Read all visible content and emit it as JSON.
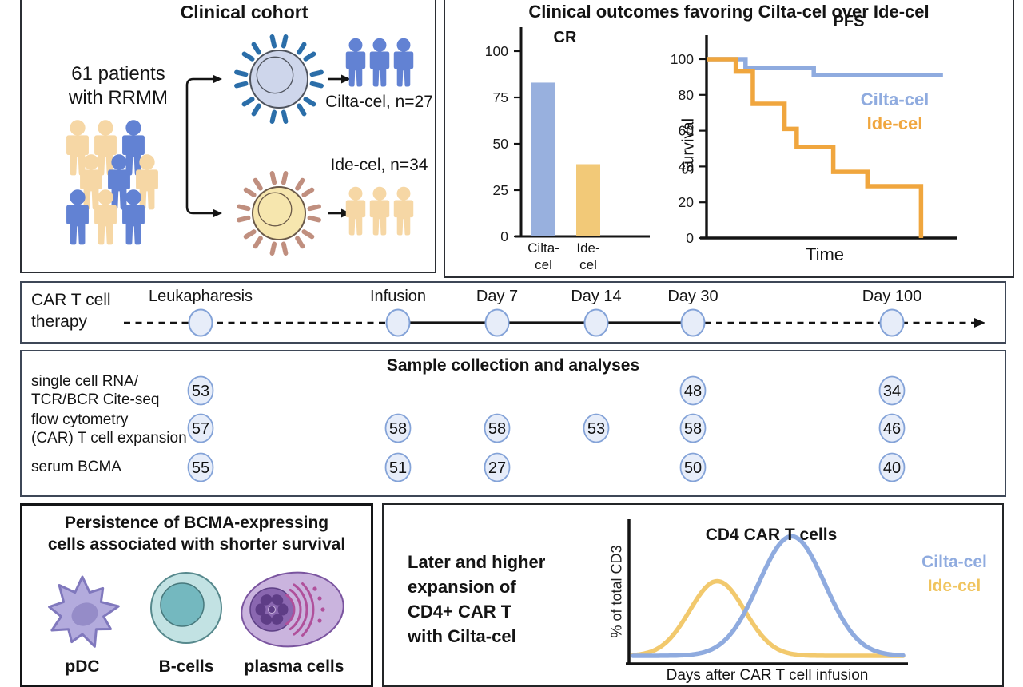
{
  "colors": {
    "cilta_blue": "#8fabdf",
    "ide_orange": "#f0a63e",
    "ide_yellow": "#f2c96d",
    "bar_blue": "#98b0de",
    "bar_yellow": "#f2c978",
    "person_blue": "#6282d3",
    "person_tan": "#f6d7a5",
    "node_fill": "#e7edf9",
    "node_stroke": "#84a3d8",
    "cilta_cell_body": "#ced6eb",
    "cilta_cell_outline": "#4f545e",
    "cilta_receptor": "#2b6ea9",
    "ide_cell_body": "#f6e6ae",
    "ide_cell_outline": "#6b5a49",
    "ide_receptor": "#c08f7f",
    "axis": "#141414"
  },
  "cohort": {
    "title": "Clinical cohort",
    "patients_line1": "61 patients",
    "patients_line2": "with RRMM",
    "group_grid": [
      [
        "tan",
        "tan",
        "blue"
      ],
      [
        "tan",
        "blue",
        "tan"
      ],
      [
        "blue",
        "tan",
        "blue"
      ]
    ],
    "arms": [
      {
        "label": "Cilta-cel, n=27",
        "color": "blue"
      },
      {
        "label": "Ide-cel, n=34",
        "color": "tan"
      }
    ]
  },
  "outcomes": {
    "title": "Clinical outcomes favoring Cilta-cel over Ide-cel"
  },
  "chart_data": [
    {
      "type": "bar",
      "title": "CR",
      "categories": [
        "Cilta-cel",
        "Ide-cel"
      ],
      "cat_lines": [
        [
          "Cilta-",
          "cel"
        ],
        [
          "Ide-",
          "cel"
        ]
      ],
      "values": [
        83,
        39
      ],
      "yticks": [
        0,
        25,
        50,
        75,
        100
      ],
      "ylim": [
        0,
        110
      ],
      "bar_colors": [
        "#98b0de",
        "#f2c978"
      ]
    },
    {
      "type": "line",
      "title": "PFS",
      "xlabel": "Time",
      "ylabel": "Survival",
      "yticks": [
        0,
        20,
        40,
        60,
        80,
        100
      ],
      "ylim": [
        0,
        110
      ],
      "legend": [
        "Cilta-cel",
        "Ide-cel"
      ],
      "series": [
        {
          "name": "Cilta-cel",
          "color": "#8fabdf",
          "points": [
            [
              0,
              100
            ],
            [
              16,
              100
            ],
            [
              16,
              95
            ],
            [
              44,
              95
            ],
            [
              44,
              91
            ],
            [
              97,
              91
            ]
          ]
        },
        {
          "name": "Ide-cel",
          "color": "#f0a63e",
          "points": [
            [
              0,
              100
            ],
            [
              12,
              100
            ],
            [
              12,
              93
            ],
            [
              19,
              93
            ],
            [
              19,
              75
            ],
            [
              32,
              75
            ],
            [
              32,
              61
            ],
            [
              37,
              61
            ],
            [
              37,
              51
            ],
            [
              52,
              51
            ],
            [
              52,
              37
            ],
            [
              66,
              37
            ],
            [
              66,
              29
            ],
            [
              88,
              29
            ],
            [
              88,
              0
            ]
          ]
        }
      ]
    },
    {
      "type": "area",
      "title": "CD4 CAR T cells",
      "xlabel": "Days after CAR T cell infusion",
      "ylabel": "% of total CD3",
      "legend": [
        "Cilta-cel",
        "Ide-cel"
      ],
      "series": [
        {
          "name": "Ide-cel",
          "color": "#f2c96d",
          "peak_x": 32,
          "peak_y": 55,
          "spread": 10
        },
        {
          "name": "Cilta-cel",
          "color": "#8fabdf",
          "peak_x": 59,
          "peak_y": 88,
          "spread": 12
        }
      ],
      "note": "Ide-cel expansion peaks earlier and lower; Cilta-cel peaks later and higher"
    }
  ],
  "timeline": {
    "label_line1": "CAR T cell",
    "label_line2": "therapy",
    "points": [
      {
        "label": "Leukapharesis"
      },
      {
        "label": "Infusion"
      },
      {
        "label": "Day 7"
      },
      {
        "label": "Day 14"
      },
      {
        "label": "Day 30"
      },
      {
        "label": "Day 100"
      }
    ],
    "solid_span": [
      "Infusion",
      "Day 30"
    ]
  },
  "samples": {
    "title": "Sample collection and analyses",
    "columns": [
      "Leukapharesis",
      "Infusion",
      "Day 7",
      "Day 14",
      "Day 30",
      "Day 100"
    ],
    "rows": [
      {
        "label_line1": "single cell RNA/",
        "label_line2": "TCR/BCR Cite-seq",
        "values": [
          53,
          null,
          null,
          null,
          48,
          34
        ]
      },
      {
        "label_line1": "flow cytometry",
        "label_line2": "(CAR) T cell expansion",
        "values": [
          57,
          58,
          58,
          53,
          58,
          46
        ]
      },
      {
        "label_line1": "serum BCMA",
        "label_line2": "",
        "values": [
          55,
          51,
          27,
          null,
          50,
          40
        ]
      }
    ]
  },
  "persistence": {
    "title_line1": "Persistence of BCMA-expressing",
    "title_line2": "cells associated with shorter survival",
    "cell_labels": [
      "pDC",
      "B-cells",
      "plasma cells"
    ]
  },
  "expansion": {
    "lines": [
      "Later and higher",
      "expansion of",
      "CD4+ CAR T",
      "with Cilta-cel"
    ]
  }
}
